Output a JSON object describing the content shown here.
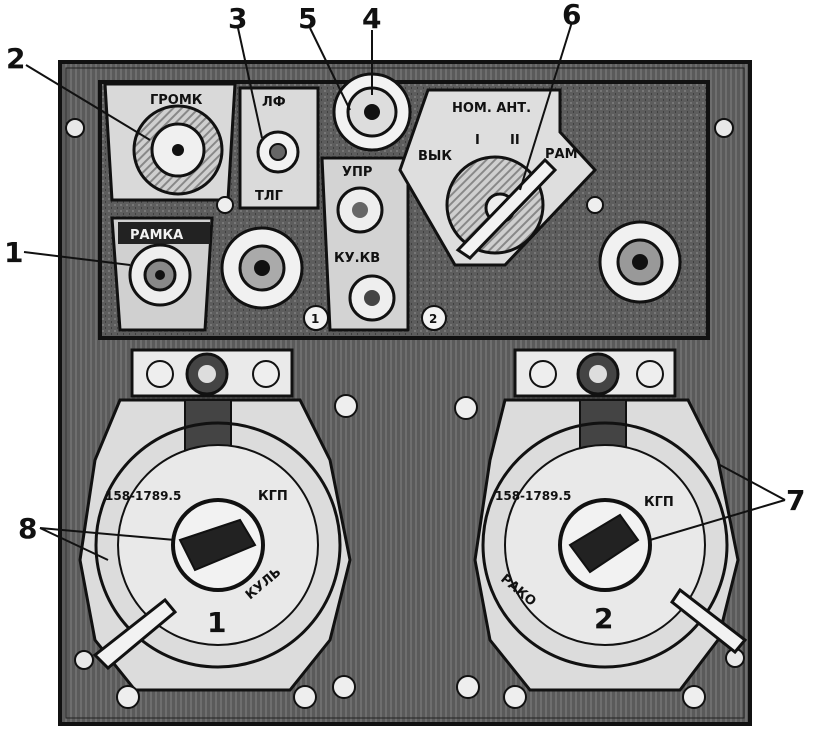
{
  "callouts": {
    "c1": "1",
    "c2": "2",
    "c3": "3",
    "c4": "4",
    "c5": "5",
    "c6": "6",
    "c7": "7",
    "c8": "8"
  },
  "panel_labels": {
    "gromk": "ГРОМК",
    "lf": "ЛФ",
    "tlg": "ТЛГ",
    "ramka": "РАМКА",
    "usil": "УПР",
    "kvarts": "КУ.КВ",
    "norm_ant": "НОМ. АНТ.",
    "vyk": "ВЫК",
    "ram": "РАМ",
    "roman1": "I",
    "roman2": "II",
    "socket1": "1",
    "socket2": "2"
  },
  "dial_left": {
    "model": "158-1789.5",
    "code": "КГП",
    "number": "1",
    "arc_text": "КУЛЬ"
  },
  "dial_right": {
    "model": "158-1789.5",
    "code": "КГП",
    "number": "2",
    "arc_text": "РАКО"
  },
  "colors": {
    "panel": "#595959",
    "upper_panel": "#4a4a4a",
    "ink": "#111111",
    "light": "#efefef"
  }
}
